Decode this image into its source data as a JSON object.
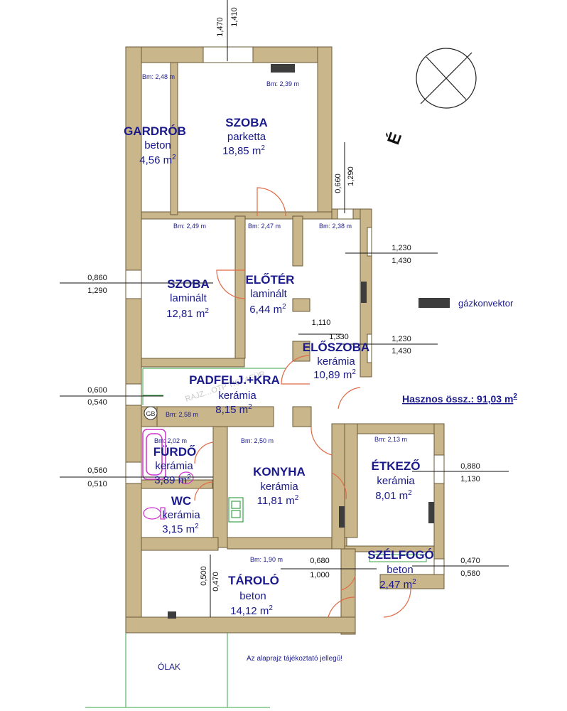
{
  "rooms": [
    {
      "id": "szoba1",
      "name": "SZOBA",
      "floor": "parketta",
      "area": "18,85 m",
      "sup": "2"
    },
    {
      "id": "gardrob",
      "name": "GARDRÓB",
      "floor": "beton",
      "area": "4,56 m",
      "sup": "2"
    },
    {
      "id": "szoba2",
      "name": "SZOBA",
      "floor": "laminált",
      "area": "12,81 m",
      "sup": "2"
    },
    {
      "id": "eloter",
      "name": "ELŐTÉR",
      "floor": "laminált",
      "area": "6,44 m",
      "sup": "2"
    },
    {
      "id": "eloszoba",
      "name": "ELŐSZOBA",
      "floor": "kerámia",
      "area": "10,89 m",
      "sup": "2"
    },
    {
      "id": "padfelj",
      "name": "PADFELJ.+KRA",
      "floor": "kerámia",
      "area": "8,15 m",
      "sup": "2"
    },
    {
      "id": "furdo",
      "name": "FÜRDŐ",
      "floor": "kerámia",
      "area": "3,89 m",
      "sup": "2"
    },
    {
      "id": "wc",
      "name": "WC",
      "floor": "kerámia",
      "area": "3,15 m",
      "sup": "2"
    },
    {
      "id": "konyha",
      "name": "KONYHA",
      "floor": "kerámia",
      "area": "11,81 m",
      "sup": "2"
    },
    {
      "id": "etkezo",
      "name": "ÉTKEZŐ",
      "floor": "kerámia",
      "area": "8,01 m",
      "sup": "2"
    },
    {
      "id": "szelfogo",
      "name": "SZÉLFOGÓ",
      "floor": "beton",
      "area": "2,47 m",
      "sup": "2"
    },
    {
      "id": "tarolo",
      "name": "TÁROLÓ",
      "floor": "beton",
      "area": "14,12 m",
      "sup": "2"
    }
  ],
  "heights": [
    "Bm: 2,48 m",
    "Bm: 2,39 m",
    "Bm: 2,49 m",
    "Bm: 2,47 m",
    "Bm: 2,38 m",
    "Bm: 2,58 m",
    "Bm: 2,02 m",
    "Bm: 2,50 m",
    "Bm: 2,13 m",
    "Bm: 1,90 m"
  ],
  "dimensions": {
    "top": [
      "1,470",
      "1,410"
    ],
    "vertical_right": [
      "0,660",
      "1,290"
    ],
    "right_window1": [
      "1,230",
      "1,430"
    ],
    "left_szoba": [
      "0,860",
      "1,290"
    ],
    "eloszoba_mid": [
      "1,110",
      "1,330"
    ],
    "eloszoba_right": [
      "1,230",
      "1,430"
    ],
    "left_padfelj": [
      "0,600",
      "0,540"
    ],
    "left_furdo": [
      "0,560",
      "0,510"
    ],
    "right_etkezo": [
      "0,880",
      "1,130"
    ],
    "tarolo_door": [
      "0,680",
      "1,000"
    ],
    "tarolo_vert": [
      "0,500",
      "0,470"
    ],
    "right_szelfogo": [
      "0,470",
      "0,580"
    ]
  },
  "legend": {
    "label": "gázkonvektor",
    "color": "#3d3d3d"
  },
  "total": {
    "label": "Hasznos össz.: 91,03 m",
    "sup": "2"
  },
  "gb_label": "GB",
  "olak": "ÓLAK",
  "disclaimer": "Az alaprajz tájékoztató jellegű!",
  "watermark": "RAJZ…OTP TISZAFÜR",
  "north": "É",
  "colors": {
    "wall": "#c9b68b",
    "wall_edge": "#6b5b3a",
    "text": "#1a1a8c",
    "door": "#e06a45",
    "fixture": "#cc33cc",
    "green": "#3aa54a"
  }
}
